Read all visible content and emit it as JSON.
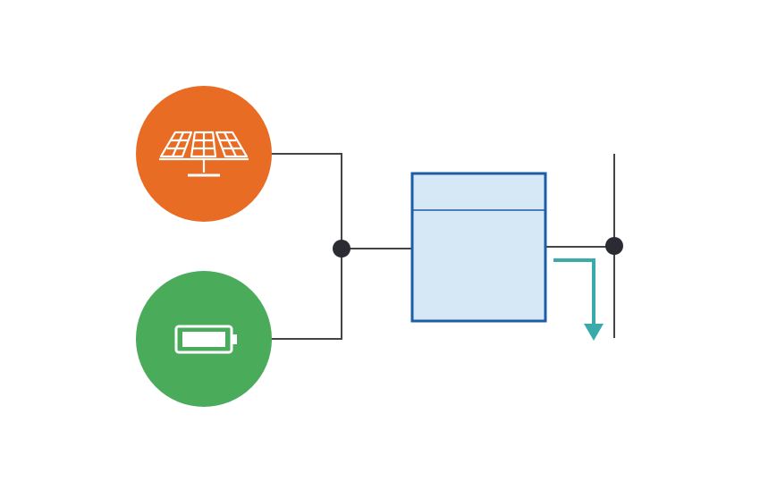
{
  "diagram": {
    "nodes": [
      {
        "id": "solar",
        "icon": "solar-panel-icon",
        "color": "#e96c25"
      },
      {
        "id": "battery",
        "icon": "battery-icon",
        "color": "#4aab5a"
      },
      {
        "id": "inverter",
        "icon": "inverter-box",
        "fill": "#d6e8f6",
        "stroke": "#1c5ea6"
      },
      {
        "id": "grid-bus",
        "icon": "grid-bus-line"
      }
    ],
    "colors": {
      "wire": "#444444",
      "junction": "#2b2b33",
      "flow_arrow": "#3aabaa"
    },
    "flow": {
      "direction": "down",
      "from": "inverter",
      "to": "grid-bus"
    }
  }
}
